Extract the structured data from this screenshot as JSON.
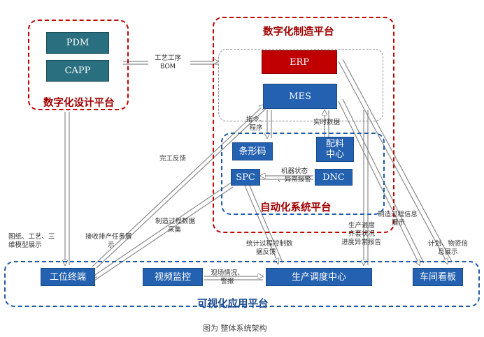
{
  "platforms": {
    "design": "数字化设计平台",
    "manufacturing": "数字化制造平台",
    "automation": "自动化系统平台",
    "visualization": "可视化应用平台"
  },
  "nodes": {
    "pdm": "PDM",
    "capp": "CAPP",
    "erp": "ERP",
    "mes": "MES",
    "barcode": "条形码",
    "batching": "配料中心",
    "spc": "SPC",
    "dnc": "DNC",
    "workstation": "工位终端",
    "video": "视频监控",
    "dispatch": "生产调度中心",
    "kanban": "车间看板"
  },
  "edge_labels": {
    "process_bom_1": "工艺工序",
    "process_bom_2": "BOM",
    "instruction_1": "指令、",
    "instruction_2": "程序",
    "realtime": "实时数据",
    "machine_1": "机器状态",
    "machine_2": "、异常报警",
    "completion": "完工反馈",
    "mfg_data_1": "制造过程数据",
    "mfg_data_2": "采集",
    "drawings_1": "图纸、工艺、三",
    "drawings_2": "维模型展示",
    "receive_1": "接收排产任务展",
    "receive_2": "示",
    "spc_stats_1": "统计过程控制数",
    "spc_stats_2": "据反馈",
    "progress_1": "生产进度",
    "progress_2": "齐套状况",
    "progress_3": "进度异常报告",
    "mfg_info_1": "制造过程信息",
    "mfg_info_2": "展示",
    "plan_1": "计划、物资信",
    "plan_2": "息展示",
    "site_1": "现场情况、",
    "site_2": "警报"
  },
  "caption": "图为 整体系统架构"
}
